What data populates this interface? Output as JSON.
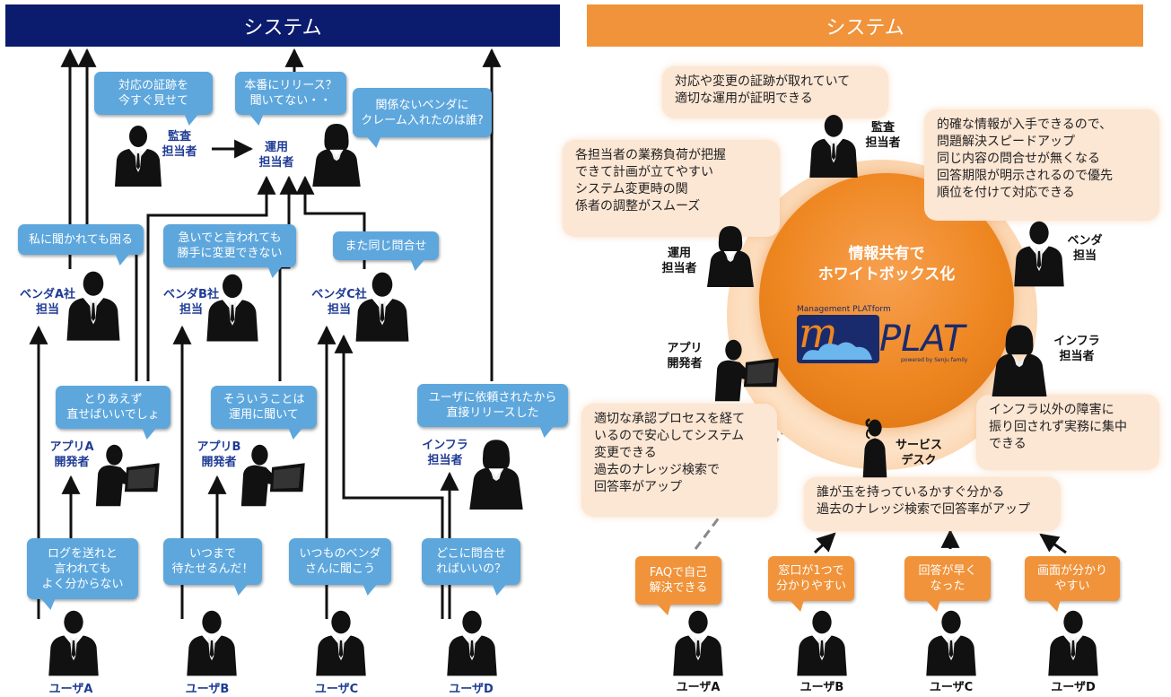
{
  "left": {
    "title": "システム",
    "bubbles": {
      "audit": "対応の証跡を\n今すぐ見せて",
      "release": "本番にリリース？\n聞いてない・・",
      "vendor_claim": "関係ないベンダに\nクレーム入れたのは誰?",
      "vendorA": "私に聞かれても困る",
      "vendorB": "急いでと言われても\n勝手に変更できない",
      "vendorC": "また同じ問合せ",
      "appA": "とりあえず\n直せばいいでしょ",
      "appB": "そういうことは\n運用に聞いて",
      "infra": "ユーザに依頼されたから\n直接リリースした",
      "userA": "ログを送れと\n言われても\nよく分からない",
      "userB": "いつまで\n待たせるんだ！",
      "userC": "いつものベンダ\nさんに聞こう",
      "userD": "どこに問合せ\nればいいの？"
    },
    "labels": {
      "audit": "監査\n担当者",
      "ops": "運用\n担当者",
      "vendorA": "ベンダA社\n担当",
      "vendorB": "ベンダB社\n担当",
      "vendorC": "ベンダC社\n担当",
      "appA": "アプリA\n開発者",
      "appB": "アプリB\n開発者",
      "infra": "インフラ\n担当者",
      "userA": "ユーザA",
      "userB": "ユーザB",
      "userC": "ユーザC",
      "userD": "ユーザD"
    }
  },
  "right": {
    "title": "システム",
    "center_title": "情報共有で\nホワイトボックス化",
    "logo": {
      "tagline": "Management PLATform",
      "m": "m",
      "plat": "PLAT",
      "powered": "powered by Senju family"
    },
    "boxes": {
      "audit": "対応や変更の証跡が取れていて\n適切な運用が証明できる",
      "ops": "各担当者の業務負荷が把握\nできて計画が立てやすい\nシステム変更時の関\n係者の調整がスムーズ",
      "vendor": "的確な情報が入手できるので、\n問題解決スピードアップ\n同じ内容の問合せが無くなる\n回答期限が明示されるので優先\n順位を付けて対応できる",
      "app": "適切な承認プロセスを経て\nいるので安心してシステム\n変更できる\n過去のナレッジ検索で\n回答率がアップ",
      "infra": "インフラ以外の障害に\n振り回されず実務に集中\nできる",
      "service": "誰が玉を持っているかすぐ分かる\n過去のナレッジ検索で回答率がアップ"
    },
    "labels": {
      "audit": "監査\n担当者",
      "ops": "運用\n担当者",
      "vendor": "ベンダ\n担当",
      "app": "アプリ\n開発者",
      "infra": "インフラ\n担当者",
      "service": "サービス\nデスク",
      "userA": "ユーザA",
      "userB": "ユーザB",
      "userC": "ユーザC",
      "userD": "ユーザD"
    },
    "user_bubbles": {
      "userA": "FAQで自己\n解決できる",
      "userB": "窓口が1つで\n分かりやすい",
      "userC": "回答が早く\nなった",
      "userD": "画面が分かり\nやすい"
    }
  },
  "colors": {
    "left_bar": "#0b1b6e",
    "right_bar": "#f0933a",
    "blue_bubble": "#5ea7dd",
    "orange_bubble": "#f0933a",
    "label_blue": "#1f3b94",
    "peach_box": "#fce6d4"
  }
}
